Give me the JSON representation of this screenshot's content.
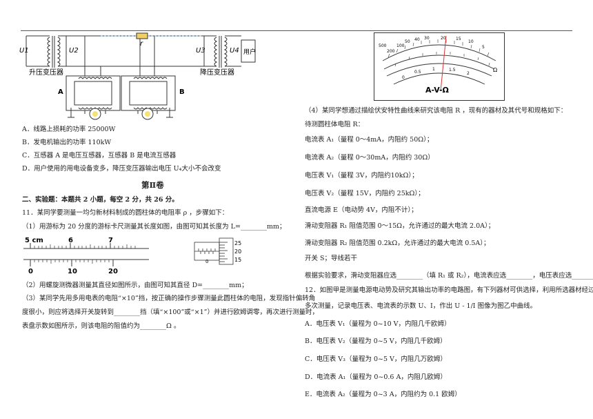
{
  "circuit": {
    "labels": {
      "u1": "U1",
      "u2": "U2",
      "u3": "U3",
      "u4": "U4",
      "r": "r",
      "step_up": "升压变压器",
      "step_down": "降压变压器",
      "a": "A",
      "b": "B",
      "user": "用户"
    }
  },
  "options_q10": [
    "A．线路上损耗的功率 25000W",
    "B．发电机输出的功率 110kW",
    "C．互感器 A 是电压互感器，互感器 B 是电流互感器",
    "D．用户使用的用电设备变多，降压变压器输出电压 U₄大小不会改变"
  ],
  "section2": {
    "title": "第Ⅱ卷",
    "header": "二、实验题：本题共 2 小题，每空 2 分，共 26 分。",
    "q11_intro": "11．某同学要测量一均匀新材料制成的圆柱体的电阻率 ρ ，步骤如下：",
    "q11_1": "（1）用游标为 20 分度的游标卡尺测量其长度如图，由图可知其长度为 L=________mm；",
    "q11_2": "（2）用螺旋测微器测量其直径如图所示，由图可知其直径 D=________mm；",
    "q11_3a": "（3）某同学先用多用电表的电阻“×10”挡，按正确的操作步骤测量此圆柱体的电阻，发现指针偏转角",
    "q11_3b": "度很小，则应将选择开关旋转到________挡（填“×100”或“×1”）并进行欧姆调零，再次进行测量时，",
    "q11_3c": "表盘示数如图所示，则该电阻的阻值约为________Ω 。"
  },
  "caliper": {
    "main_labels": [
      "5 cm",
      "6",
      "7"
    ],
    "vernier_labels": [
      "0",
      "10",
      "20"
    ]
  },
  "micrometer": {
    "labels": [
      "25",
      "20",
      "15"
    ]
  },
  "meter": {
    "top_scale": [
      "500",
      "200",
      "100",
      "50",
      "40",
      "30",
      "20",
      "15",
      "10",
      "5"
    ],
    "mid_scale": [
      "0",
      "0.5",
      "1",
      "1.5",
      "2"
    ],
    "omega": "Ω",
    "brand": "A-V-Ω"
  },
  "right": {
    "q11_4": "（4）某同学想通过描绘伏安特性曲线来研究该电阻 R ，现有的器材及其代号和规格如下：",
    "items": [
      "待测圆柱体电阻 R：",
      "电流表 A₁（量程 0～4mA，内阻约 50Ω）；",
      "电流表 A₂（量程 0～30mA，内阻约 30Ω）",
      "电压表 V₁（量程 3V，内阻约10kΩ）；",
      "电压表 V₂（量程 15V，内阻约 25kΩ）；",
      "直流电源 E（电动势 4V，内阻不计）；",
      "滑动变阻器 R₁ 阻值范围 0～15Ω，允许通过的最大电流 2.0A）；",
      "滑动变阻器 R₂ 阻值范围 0.2kΩ，允许通过的最大电流 0.5A）；",
      "开关 S；导线若干"
    ],
    "answer_line": "根据实验要求，滑动变阻器应选________（填 R₁ 或 R₂），电流表应选________，电压表应选________。",
    "q12a": "12．如图甲是测量电源电动势及研究其输出功率的电路图，有下列器材可供选择，利用所选器材经过",
    "q12b": "多次测量，记录电压表、电流表的示数 U、I，作出 U - 1/I 图像为图乙中曲线。",
    "options": [
      "A．电压表 V₁（量程为 0~10 V，内阻几千欧姆）",
      "B．电压表 V₂（量程为 0~5 V，内阻几千欧姆）",
      "C．电压表 V₃（量程为 0~5 V，内阻几万欧姆）",
      "D．电流表 A₁（量程为 0~0.6 A，内阻几欧姆）",
      "E．电流表 A₂（量程为 0~3 A，内阻约为 0.1 欧姆）"
    ]
  }
}
